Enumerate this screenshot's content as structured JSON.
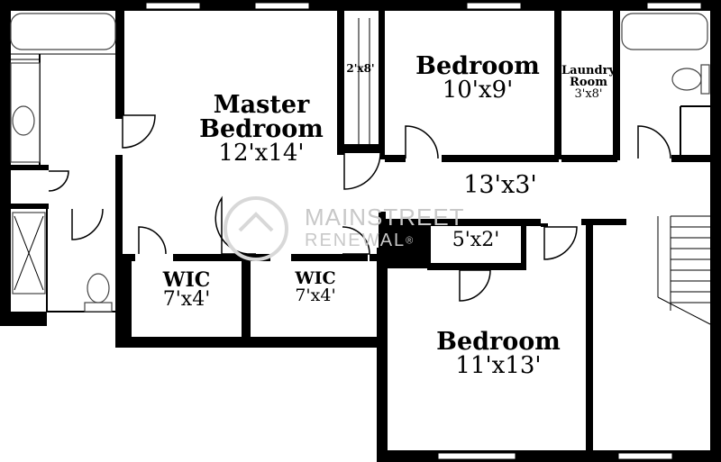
{
  "rooms": {
    "master": {
      "name1": "Master",
      "name2": "Bedroom",
      "dims": "12'x14'"
    },
    "bedroom_top": {
      "name": "Bedroom",
      "dims": "10'x9'"
    },
    "closet_small": {
      "dims": "2'x8'"
    },
    "laundry": {
      "name1": "Laundry",
      "name2": "Room",
      "dims": "3'x8'"
    },
    "hall": {
      "dims": "13'x3'"
    },
    "closet_hall": {
      "dims": "5'x2'"
    },
    "wic_left": {
      "name": "WIC",
      "dims": "7'x4'"
    },
    "wic_right": {
      "name": "WIC",
      "dims": "7'x4'"
    },
    "bedroom_bottom": {
      "name": "Bedroom",
      "dims": "11'x13'"
    }
  },
  "watermark": {
    "line1": "MAINSTREET",
    "line2": "RENEWAL",
    "mark": "®"
  }
}
